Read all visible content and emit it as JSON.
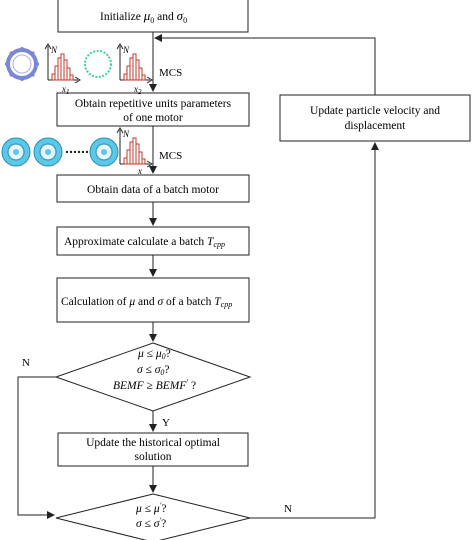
{
  "flowchart": {
    "steps": {
      "init": "Initialize μ0 and σ0",
      "obtain_units": "Obtain repetitive units parameters of one motor",
      "obtain_batch": "Obtain data of a batch motor",
      "approx": "Approximate calculate a batch Tcpp",
      "calc_mu_sigma": "Calculation of μ and σ of a batch Tcpp",
      "update_hist": "Update the historical optimal solution",
      "update_pso": "Update particle velocity and displacement"
    },
    "decisions": {
      "check1": [
        "μ ≤ μ0?",
        "σ ≤ σ0?",
        "BEMF ≥ BEMF′ ?"
      ],
      "check2": [
        "μ ≤ μ′?",
        "σ ≤ σ′?"
      ]
    },
    "edge_labels": {
      "mcs1": "MCS",
      "mcs2": "MCS",
      "yes": "Y",
      "no_left": "N",
      "no_right": "N"
    },
    "histogram_axes": {
      "y_label": "N",
      "x1": "x1",
      "x2": "x2",
      "x": "x"
    },
    "colors": {
      "stator": "#7a86d6",
      "rotor_ring": "#3ccf9a",
      "motor_fill": "#5bc8e8",
      "histogram_bar": "#c0392b",
      "line": "#222222"
    }
  }
}
